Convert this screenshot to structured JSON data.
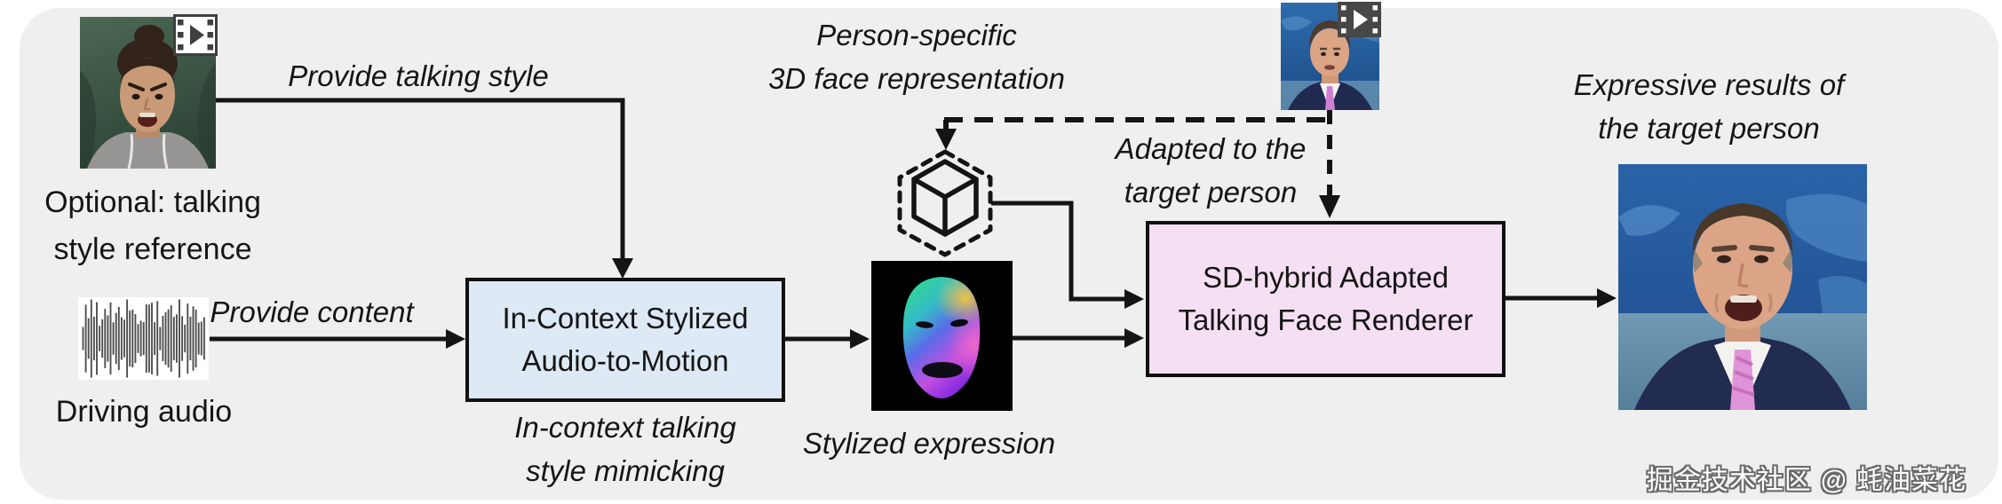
{
  "figure": {
    "labels": {
      "provide_talking_style": "Provide talking style",
      "optional_line1": "Optional: talking",
      "optional_line2": "style reference",
      "driving_audio": "Driving audio",
      "provide_content": "Provide content",
      "person_specific_line1": "Person-specific",
      "person_specific_line2": "3D face representation",
      "adapted_line1": "Adapted to the",
      "adapted_line2": "target person",
      "mimicking_line1": "In-context talking",
      "mimicking_line2": "style mimicking",
      "stylized_expression": "Stylized expression",
      "expressive_line1": "Expressive results of",
      "expressive_line2": "the target person"
    },
    "modules": {
      "audio_to_motion_line1": "In-Context Stylized",
      "audio_to_motion_line2": "Audio-to-Motion",
      "renderer_line1": "SD-hybrid Adapted",
      "renderer_line2": "Talking Face Renderer"
    },
    "icons": {
      "style_reference_badge": "film-play-icon",
      "target_video_badge": "film-play-icon",
      "face_representation": "cube-3d-icon",
      "driving_audio": "waveform-icon"
    },
    "watermark": "掘金技术社区 @ 蚝油菜花",
    "colors": {
      "canvas": "#ffffff",
      "card_background": "#efeff0",
      "audio_to_motion_fill": "#dde9f4",
      "renderer_fill": "#f5dff2",
      "stroke": "#141414",
      "watermark_text": "#ffffff"
    }
  }
}
